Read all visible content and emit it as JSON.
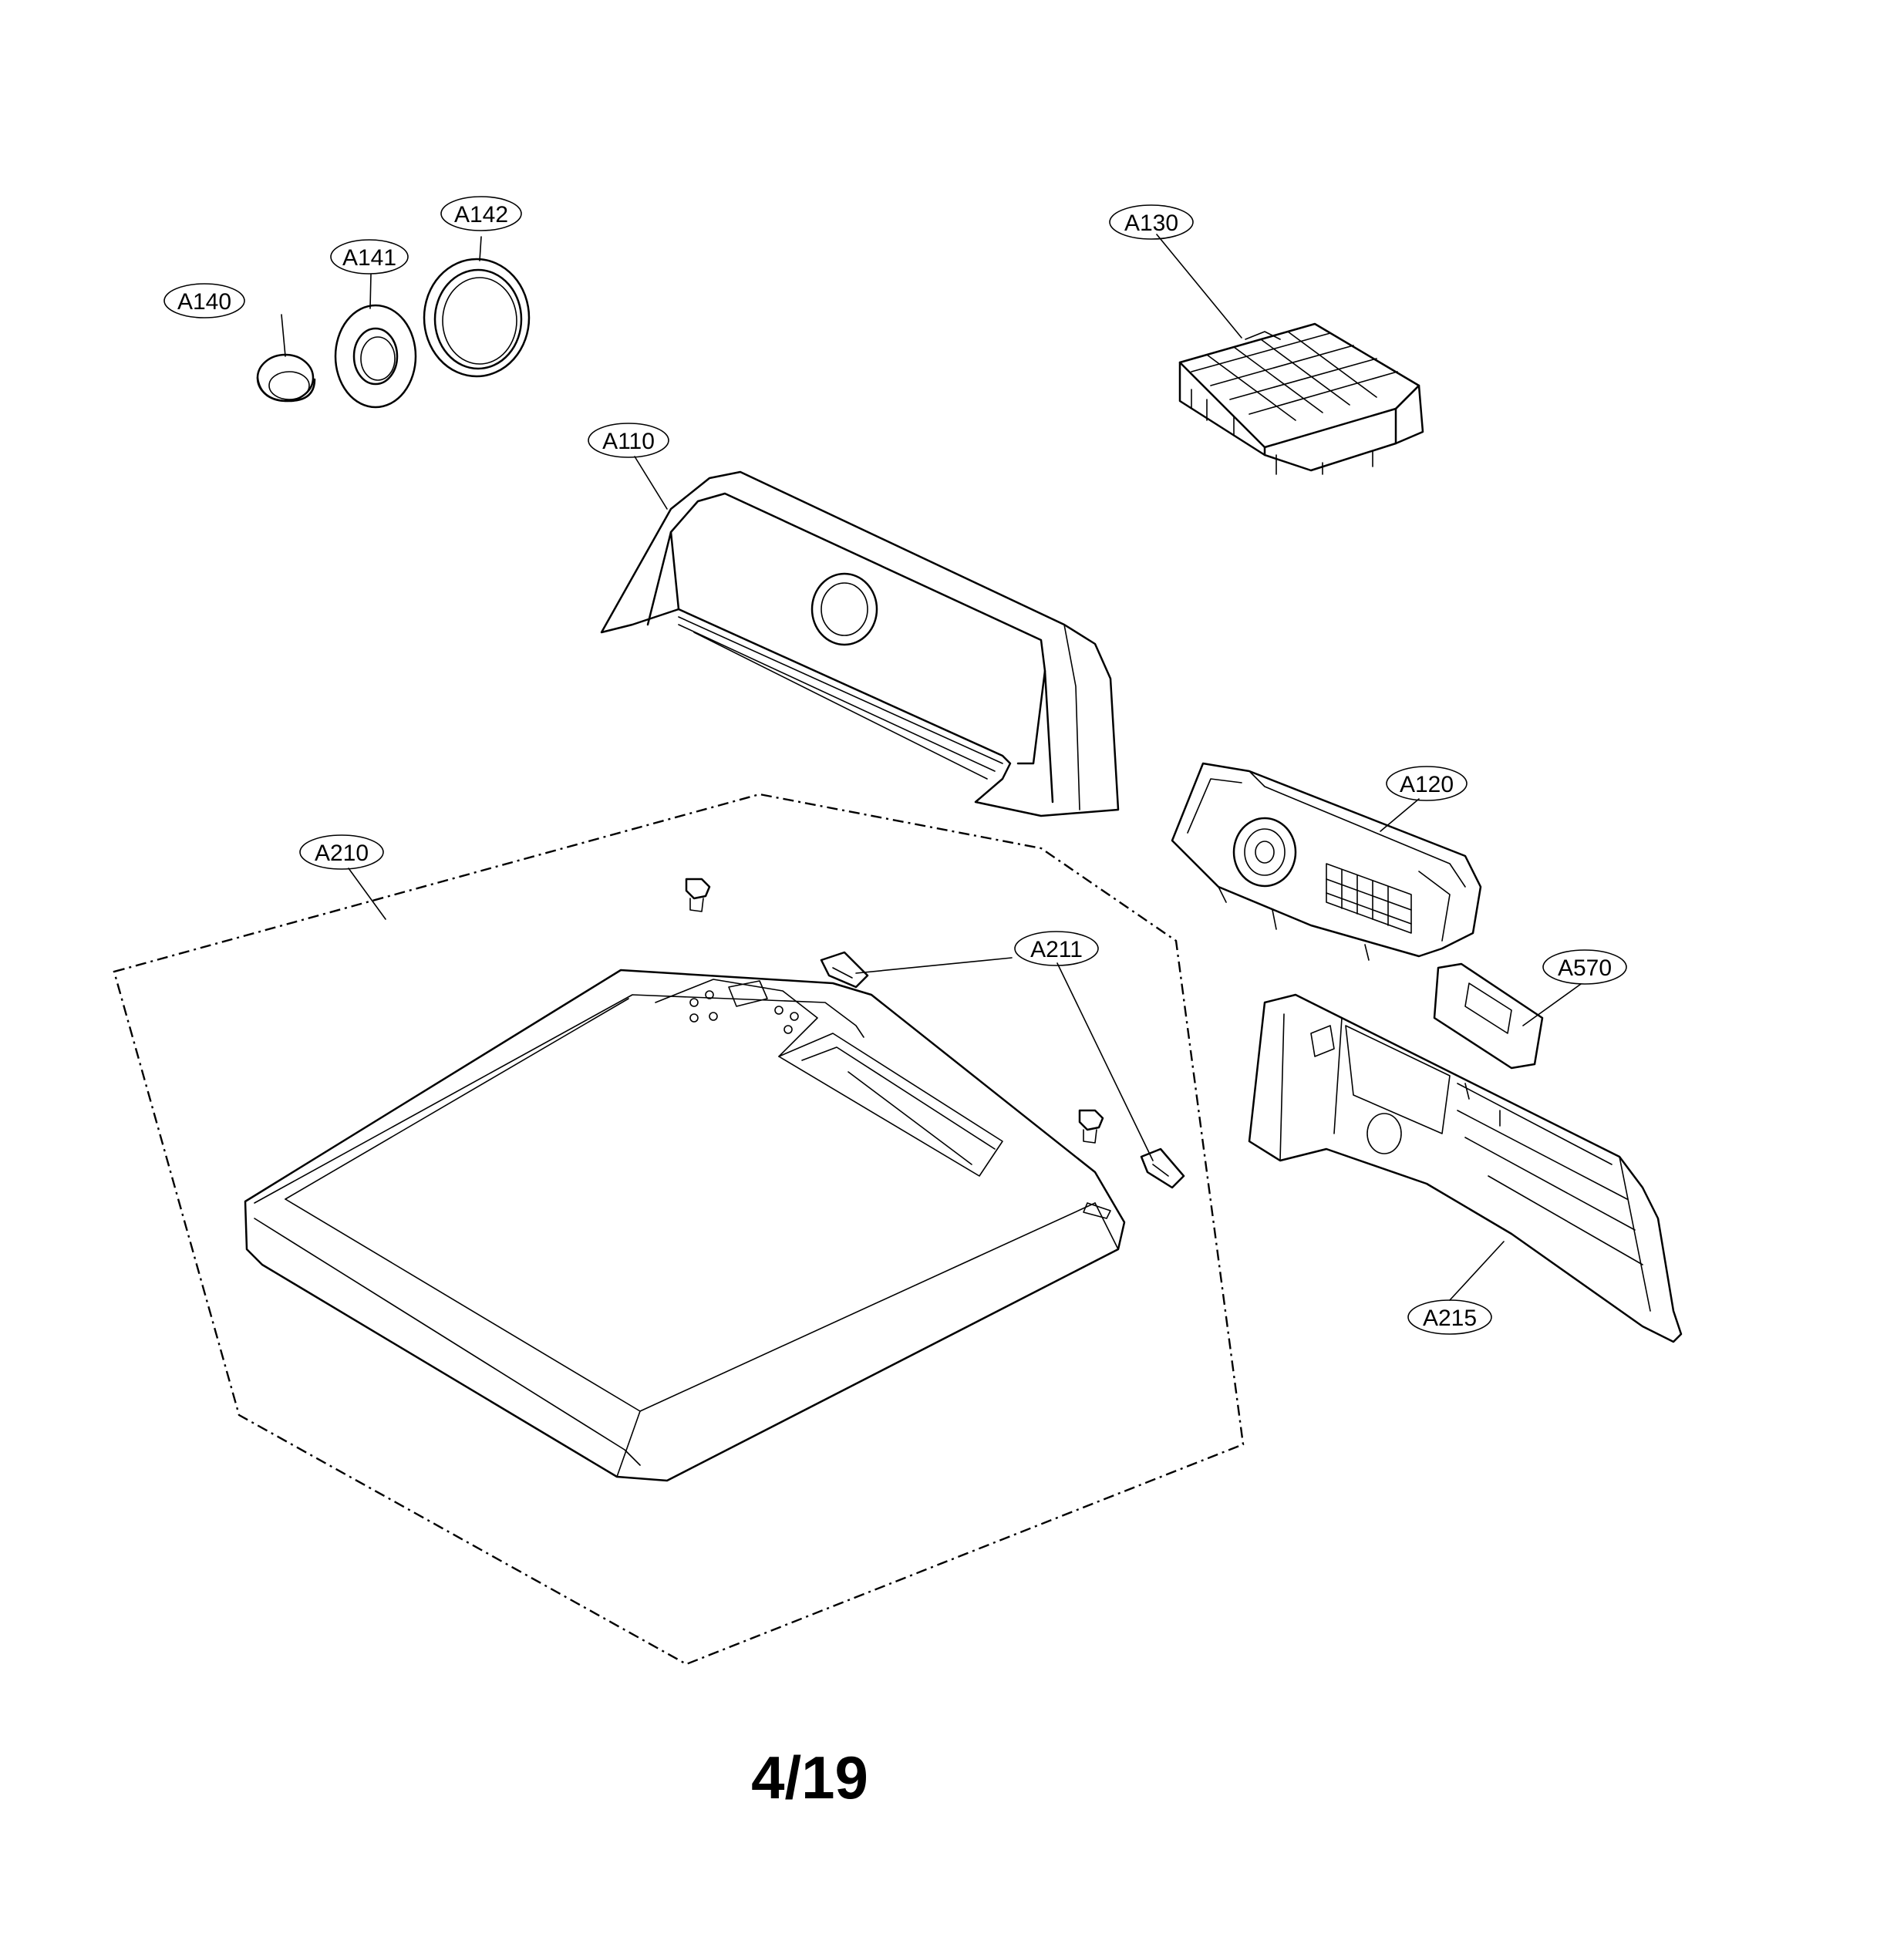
{
  "labels": {
    "a140": "A140",
    "a141": "A141",
    "a142": "A142",
    "a130": "A130",
    "a110": "A110",
    "a120": "A120",
    "a210": "A210",
    "a211": "A211",
    "a570": "A570",
    "a215": "A215"
  },
  "page_number": "4/19"
}
